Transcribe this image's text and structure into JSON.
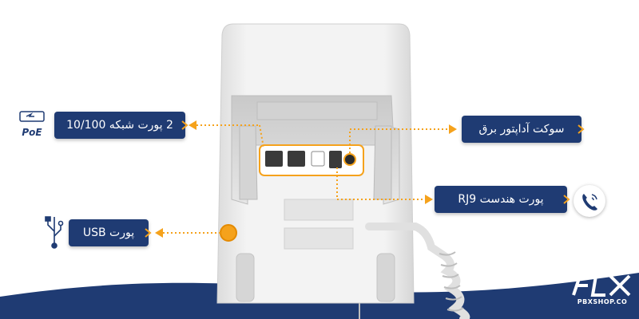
{
  "labels": {
    "network_ports": "2 پورت شبکه 10/100",
    "adapter_socket": "سوکت آداپتور برق",
    "handset_port": "پورت هندست RJ9",
    "usb_port": "پورت USB"
  },
  "icons": {
    "poe": "poe-icon",
    "poe_text": "PoE",
    "usb": "usb-icon",
    "phone": "phone-icon"
  },
  "brand": {
    "site": "PBXSHOP.CO"
  },
  "colors": {
    "label_bg": "#1f3b73",
    "accent_orange": "#f5a21c",
    "wave_navy": "#1f3b73"
  }
}
